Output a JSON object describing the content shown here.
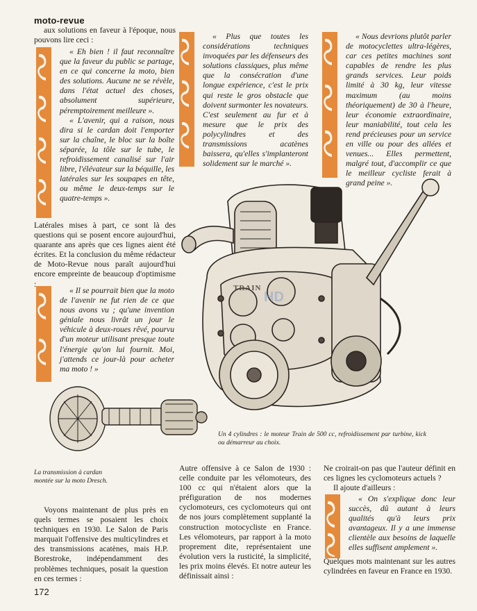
{
  "header": {
    "section": "moto-revue"
  },
  "page_number": "172",
  "watermark": "HD",
  "engine_label": "TRAIN",
  "column_left": {
    "intro": "aux solutions en faveur à l'époque, nous pouvons lire ceci :",
    "quote_1": "« Eh bien ! il faut reconnaître que la faveur du public se partage, en ce qui concerne la moto, bien des solutions. Aucune ne se révèle, dans l'état actuel des choses, absolument supérieure, péremptoirement meilleure ».",
    "quote_2": "« L'avenir, qui a raison, nous dira si le cardan doit l'emporter sur la chaîne, le bloc sur la boîte séparée, la tôle sur le tube, le refroidissement canalisé sur l'air libre, l'élévateur sur la béquille, les latérales sur les soupapes en tête, ou même le deux-temps sur le quatre-temps ».",
    "paragraph": "Latérales mises à part, ce sont là des questions qui se posent encore aujourd'hui, quarante ans après que ces lignes aient été écrites. Et la conclusion du même rédacteur de Moto-Revue nous paraît aujourd'hui encore empreinte de beaucoup d'optimisme :",
    "quote_3": "« Il se pourrait bien que la moto de l'avenir ne fut rien de ce que nous avons vu ; qu'une invention géniale nous livrât un jour le véhicule à deux-roues rêvé, pourvu d'un moteur utilisant presque toute l'énergie qu'on lui fournit. Moi, j'attends ce jour-là pour acheter ma moto ! »"
  },
  "column_middle_top": {
    "quote": "« Plus que toutes les considérations techniques invoquées par les défenseurs des solutions classiques, plus même que la consécration d'une longue expérience, c'est le prix qui reste le gros obstacle que doivent surmonter les novateurs. C'est seulement au fur et à mesure que le prix des polycylindres et des transmissions acatènes baissera, qu'elles s'implanteront solidement sur le marché »."
  },
  "column_right_top": {
    "quote": "« Nous devrions plutôt parler de motocyclettes ultra-légères, car ces petites machines sont capables de rendre les plus grands services. Leur poids limité à 30 kg, leur vitesse maximum (au moins théoriquement) de 30 à l'heure, leur économie extraordinaire, leur maniabilité, tout cela les rend précieuses pour un service en ville ou pour des allées et venues... Elles permettent, malgré tout, d'accomplir ce que le meilleur cycliste ferait à grand peine »."
  },
  "captions": {
    "engine": "Un 4 cylindres : le moteur Train de 500 cc, refroidissement par turbine, kick ou démarreur au choix.",
    "transmission": "La transmission à cardan montée sur la moto Dresch."
  },
  "bottom": {
    "col1": "Voyons maintenant de plus près en quels termes se posaient les choix techniques en 1930. Le Salon de Paris marquait l'offensive des multicylindres et des transmissions acatènes, mais H.P. Borestroke, indépendamment des problèmes techniques, posait la question en ces termes :",
    "col2": "Autre offensive à ce Salon de 1930 : celle conduite par les vélomoteurs, des 100 cc qui n'étaient alors que la préfiguration de nos modernes cyclomoteurs, ces cyclomoteurs qui ont de nos jours complètement supplanté la construction motocycliste en France. Les vélomoteurs, par rapport à la moto proprement dite, représentaient une évolution vers la rusticité, la simplicité, les prix moins élevés. Et notre auteur les définissait ainsi :",
    "col3_intro": "Ne croirait-on pas que l'auteur définit en ces lignes les cyclomoteurs actuels ?",
    "col3_add": "Il ajoute d'ailleurs :",
    "col3_quote": "« On s'explique donc leur succès, dû autant à leurs qualités qu'à leurs prix avantageux. Il y a une immense clientèle aux besoins de laquelle elles suffisent amplement ».",
    "col3_end": "Quelques mots maintenant sur les autres cylindrées en faveur en France en 1930."
  },
  "colors": {
    "ornament": "#e48a3a",
    "ornament_dark": "#c9692a",
    "paper": "#f6f3ec",
    "ink": "#1e1a16"
  }
}
